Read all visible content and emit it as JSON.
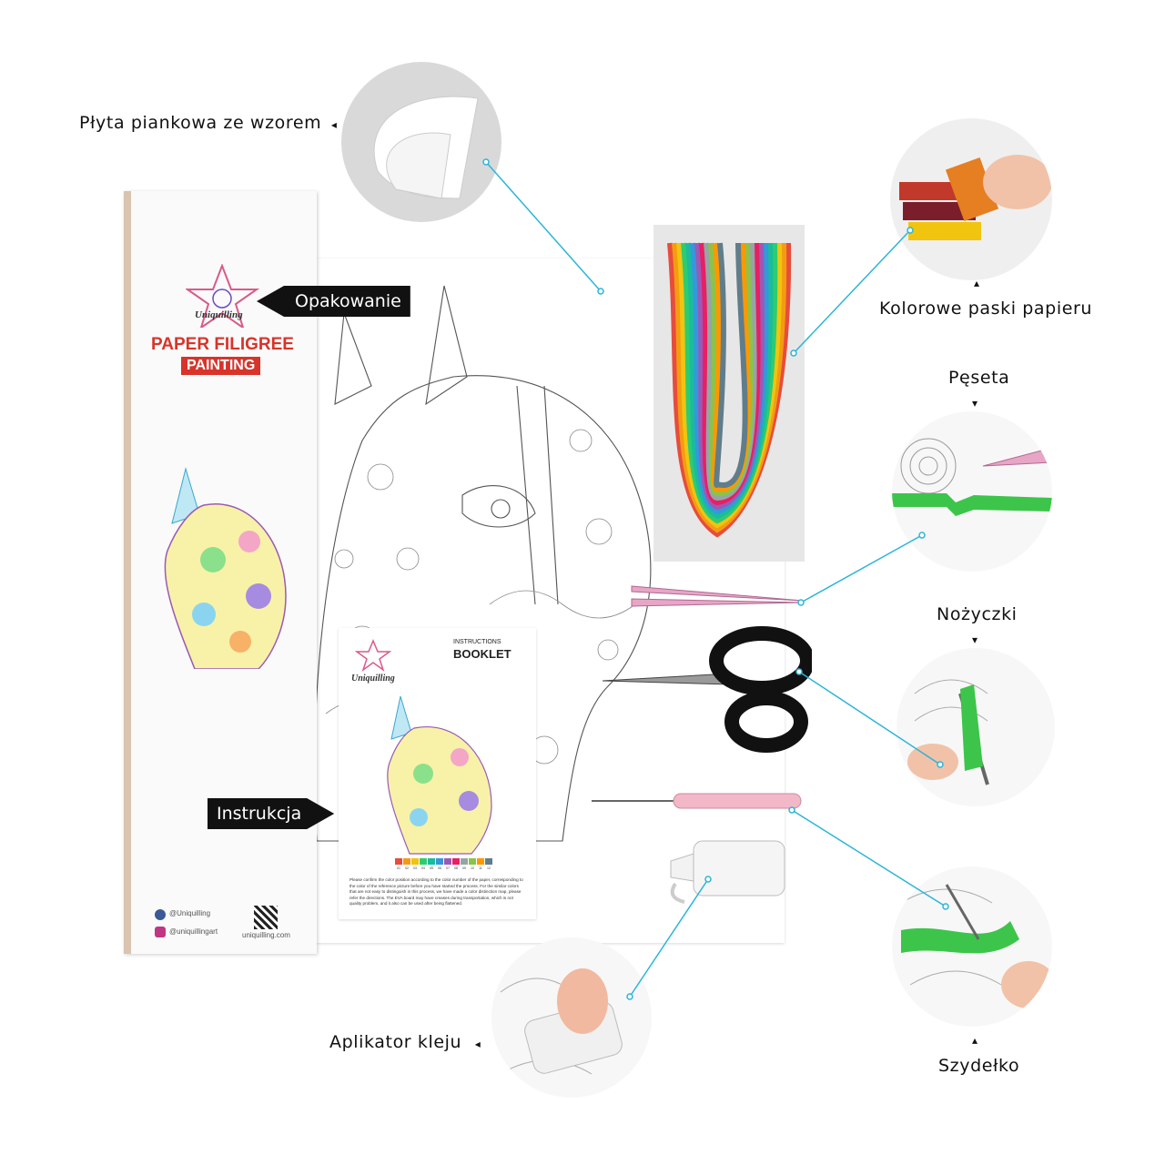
{
  "labels": {
    "foam_board": "Płyta piankowa ze wzorem",
    "packaging": "Opakowanie",
    "paper_strips": "Kolorowe paski papieru",
    "tweezers": "Pęseta",
    "scissors": "Nożyczki",
    "instructions": "Instrukcja",
    "glue": "Aplikator kleju",
    "crochet": "Szydełko"
  },
  "box": {
    "brand": "Uniquilling",
    "title_line1": "PAPER FILIGREE",
    "title_line2": "PAINTING",
    "facebook": "@Uniquilling",
    "instagram": "@uniquillingart",
    "website": "uniquilling.com"
  },
  "booklet": {
    "brand": "Uniquilling",
    "heading_small": "INSTRUCTIONS",
    "heading_big": "BOOKLET",
    "color_numbers": [
      "01",
      "02",
      "03",
      "04",
      "05",
      "06",
      "07",
      "08",
      "09",
      "10",
      "11",
      "12"
    ],
    "body": "Please confirm the color position according to the color number of the paper, corresponding to the color of the reference picture before you have started the process. For the similar colors that are not easy to distinguish in this process, we have made a color distinction map, please refer the directions. The EVA board may have creases during transportation, which is not quality problem, and it also can be used after being flattened."
  },
  "colors": {
    "accent_line": "#2bb5d8",
    "tag_bg": "#111111",
    "box_red": "#d8342a",
    "strip_colors": [
      "#e74c3c",
      "#f39c12",
      "#f1c40f",
      "#2ecc71",
      "#1abc9c",
      "#3498db",
      "#9b59b6",
      "#e91e63",
      "#95a5a6",
      "#8bc34a",
      "#ff9800",
      "#607d8b"
    ]
  },
  "icons": {
    "arrow_left": "◂",
    "arrow_down": "▾",
    "arrow_up": "▴"
  }
}
